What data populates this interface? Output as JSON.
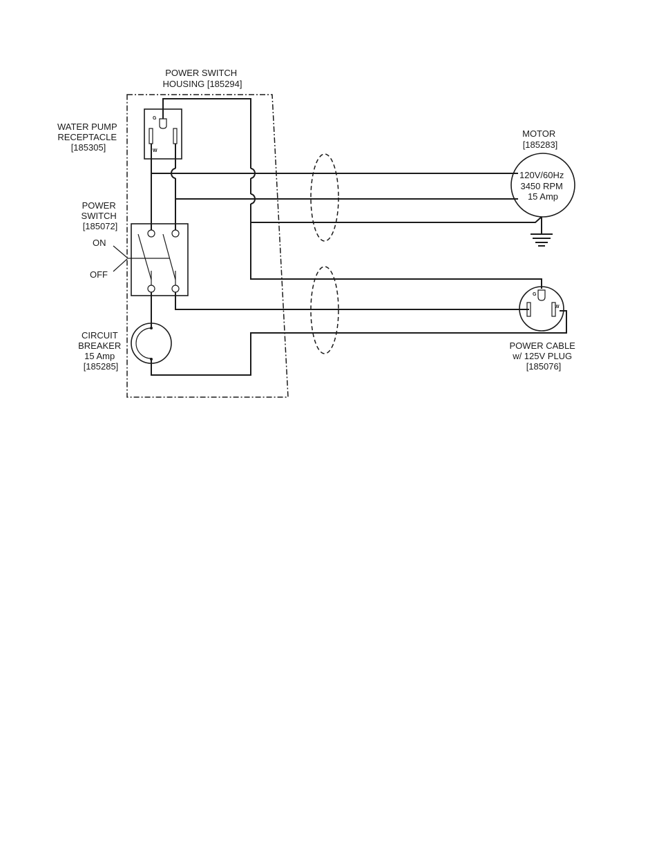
{
  "labels": {
    "housing": [
      "POWER SWITCH",
      "HOUSING [185294]"
    ],
    "receptacle": [
      "WATER PUMP",
      "RECEPTACLE",
      "[185305]"
    ],
    "power_switch": [
      "POWER",
      "SWITCH",
      "[185072]"
    ],
    "on": "ON",
    "off": "OFF",
    "breaker": [
      "CIRCUIT",
      "BREAKER",
      "15 Amp",
      "[185285]"
    ],
    "motor_title": [
      "MOTOR",
      "[185283]"
    ],
    "motor_specs": [
      "120V/60Hz",
      "3450 RPM",
      "15 Amp"
    ],
    "cable": [
      "POWER CABLE",
      "w/ 125V PLUG",
      "[185076]"
    ],
    "ground_mark": "G",
    "neutral_mark": "W"
  }
}
